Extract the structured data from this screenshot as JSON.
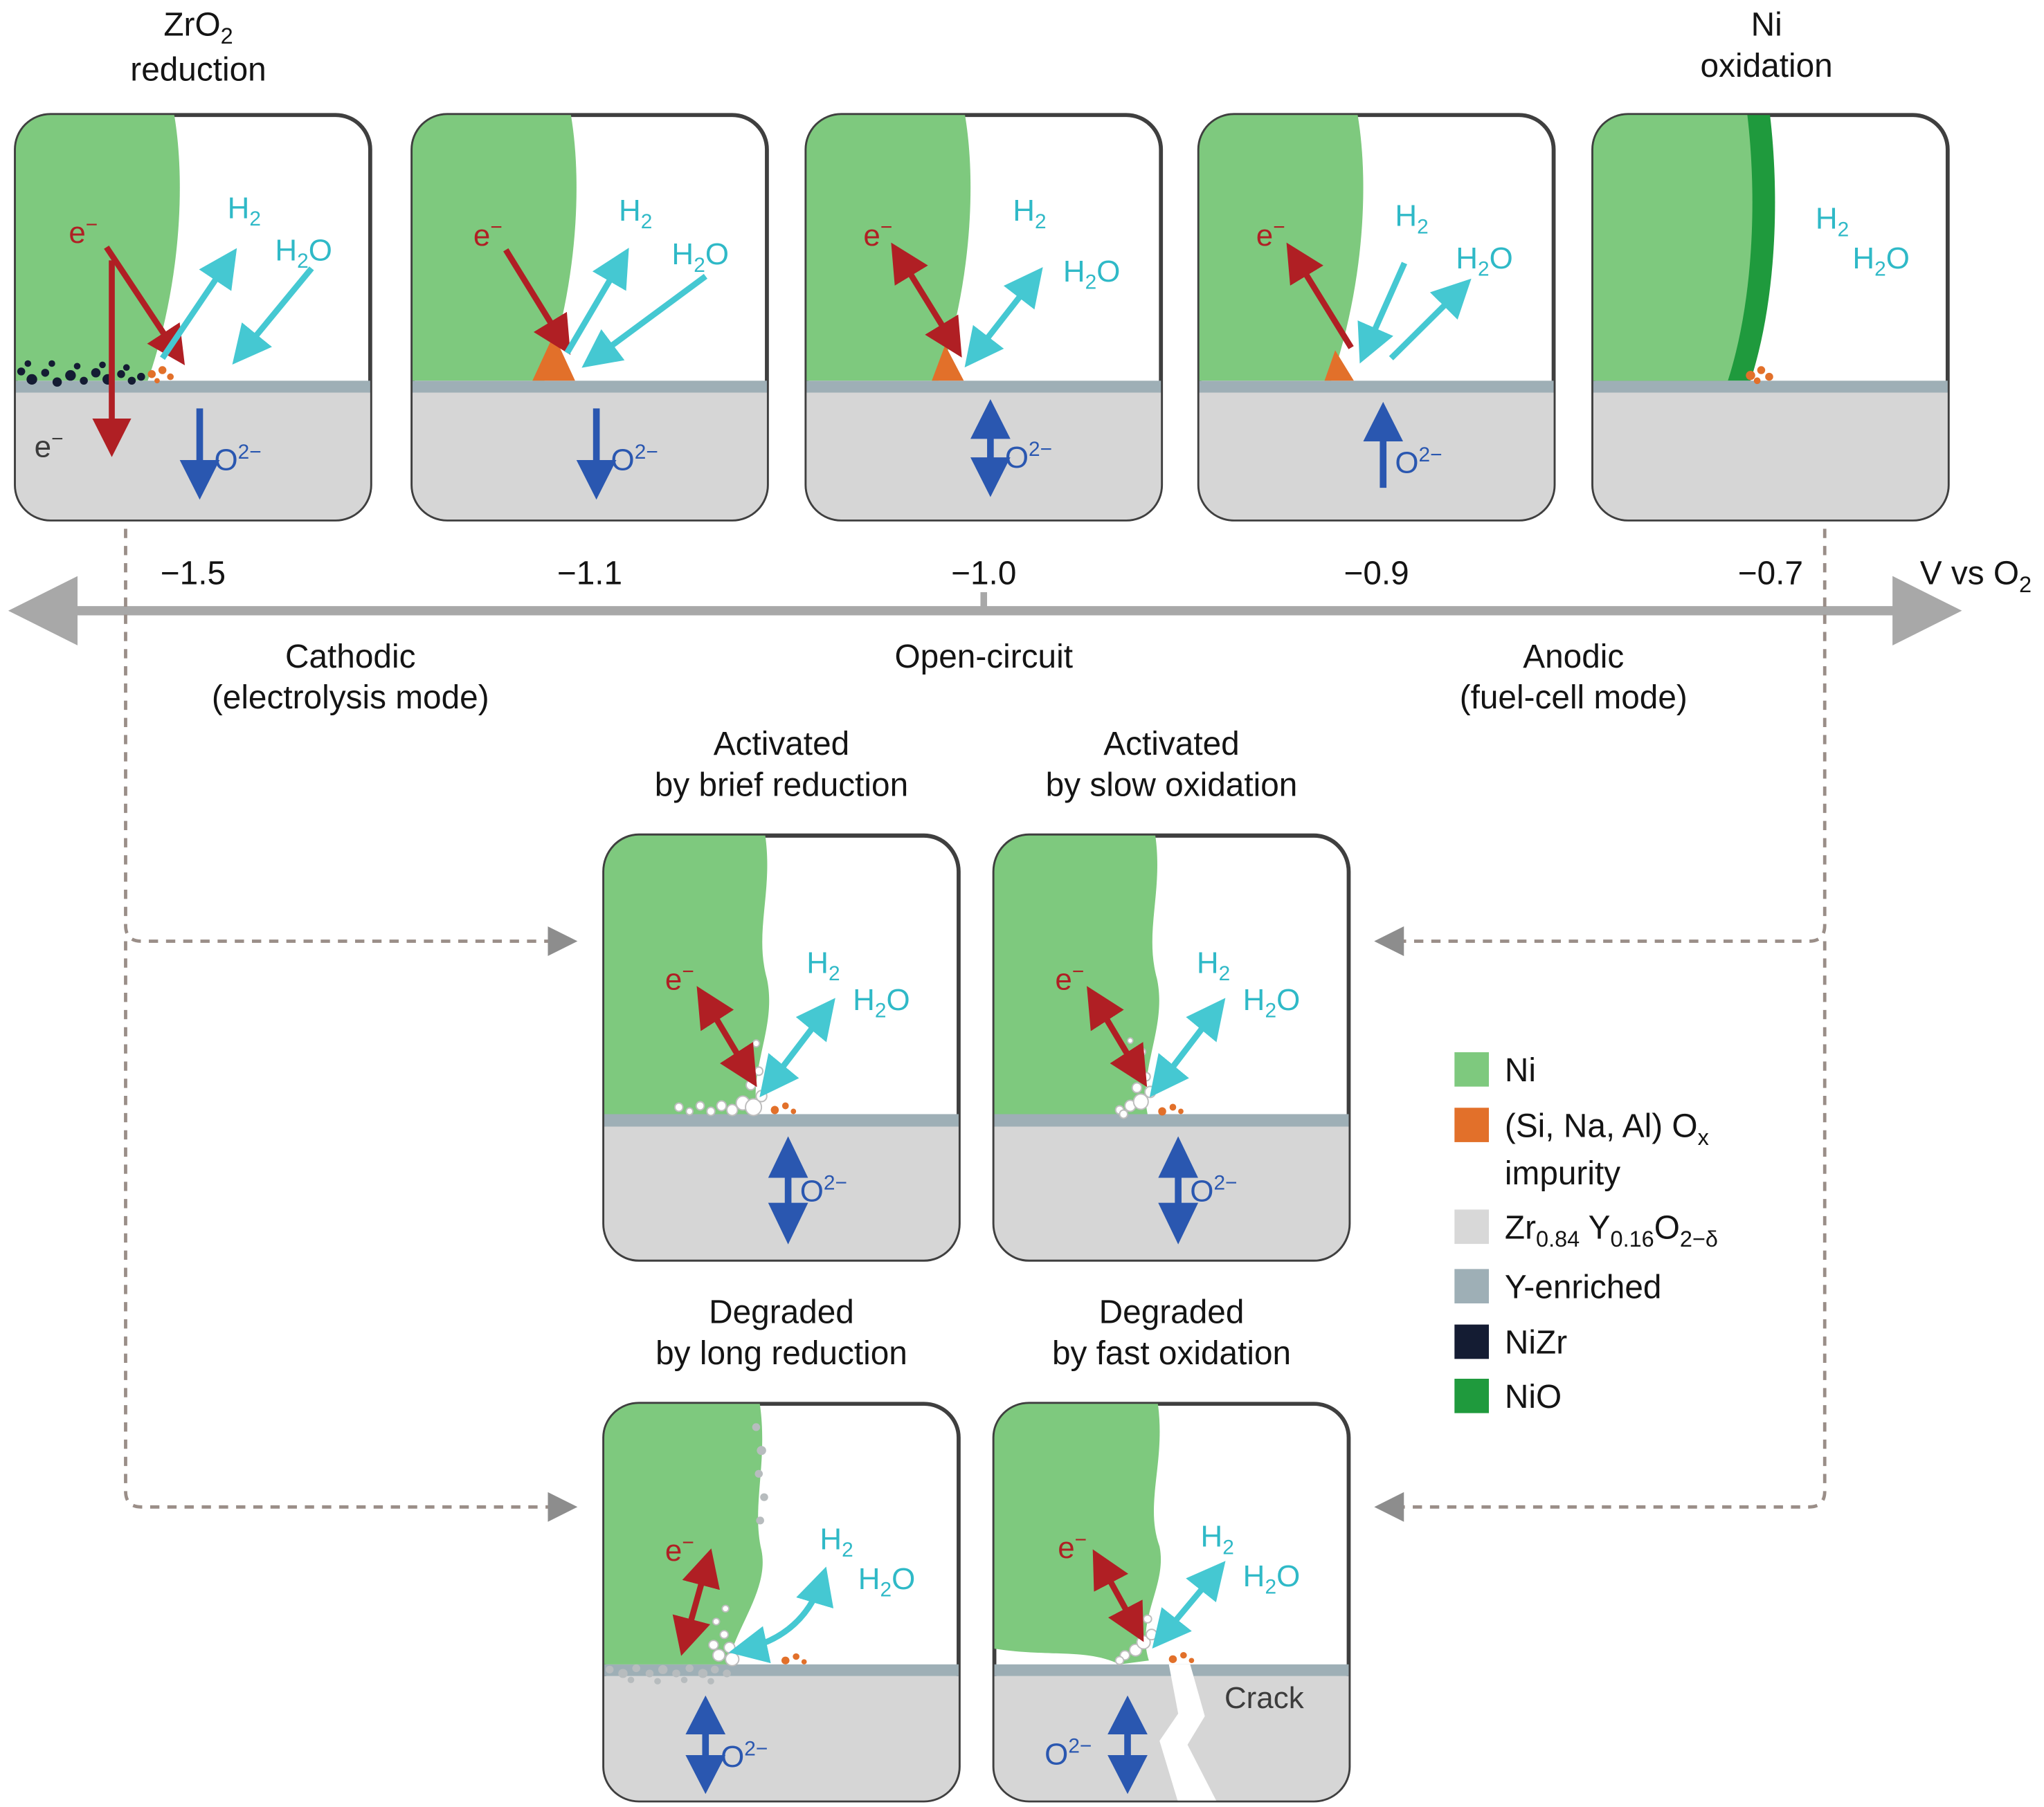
{
  "species": {
    "electron_html": "e<sup>−</sup>",
    "h2_html": "H<sub>2</sub>",
    "h2o_html": "H<sub>2</sub>O",
    "oxide_ion_html": "O<sup>2−</sup>"
  },
  "top_row": {
    "left_title_html": "ZrO<sub>2</sub><br>reduction",
    "right_title_html": "Ni<br>oxidation"
  },
  "axis": {
    "unit_html": "V vs O<sub>2</sub>",
    "voltages": [
      "−1.5",
      "−1.1",
      "−1.0",
      "−0.9",
      "−0.7"
    ],
    "modes": {
      "cathodic_html": "Cathodic<br>(electrolysis mode)",
      "open_circuit_html": "Open-circuit",
      "anodic_html": "Anodic<br>(fuel-cell mode)"
    }
  },
  "middle_row": {
    "left_title_html": "Activated<br>by brief reduction",
    "right_title_html": "Activated<br>by slow oxidation"
  },
  "bottom_row": {
    "left_title_html": "Degraded<br>by long reduction",
    "right_title_html": "Degraded<br>by fast oxidation",
    "crack_label": "Crack"
  },
  "legend": {
    "items": [
      {
        "label_html": "Ni",
        "color": "#7ec97e"
      },
      {
        "label_html": "(Si, Na, Al) O<sub>x</sub><br>impurity",
        "color": "#e2702a"
      },
      {
        "label_html": "Zr<sub>0.84</sub> Y<sub>0.16</sub>O<sub>2−δ</sub>",
        "color": "#d8d8d8"
      },
      {
        "label_html": "Y-enriched",
        "color": "#9eafb6"
      },
      {
        "label_html": "NiZr",
        "color": "#141c33"
      },
      {
        "label_html": "NiO",
        "color": "#1f9a3d"
      }
    ]
  },
  "colors": {
    "ni": "#7ec97e",
    "nio": "#1f9a3d",
    "impurity": "#e2702a",
    "ysz": "#d6d6d6",
    "y_enriched": "#9eafb6",
    "nizr": "#141c33",
    "electron_arrow": "#b01f24",
    "gas_arrow": "#45c8d2",
    "oxide_arrow": "#2a57b0",
    "axis": "#a8a8a8"
  }
}
